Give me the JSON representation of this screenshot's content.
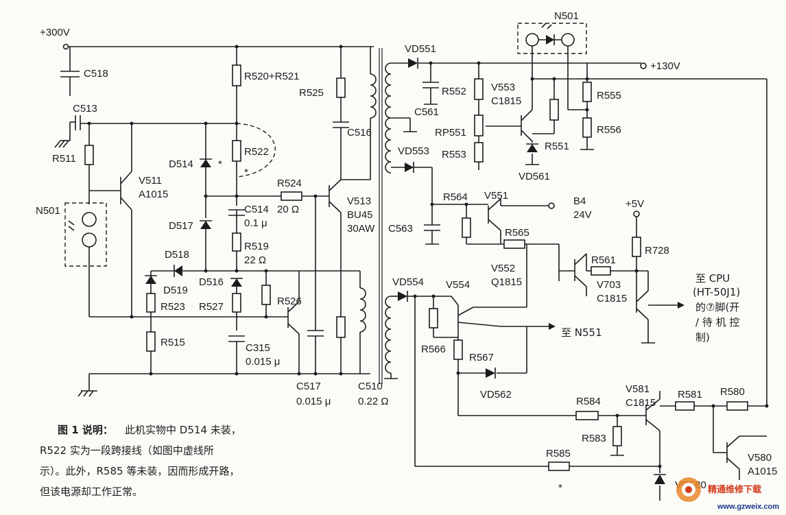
{
  "labels": {
    "v300": "+300V",
    "c518": "C518",
    "c513": "C513",
    "r511": "R511",
    "v511": "V511",
    "v511_type": "A1015",
    "n501_left": "N501",
    "r520": "R520+R521",
    "r522": "R522",
    "d514": "D514",
    "d514_star": "*",
    "r522_star": "*",
    "r524": "R524",
    "r524_val": "20 Ω",
    "c514": "C514",
    "c514_val": "0.1 μ",
    "d517": "D517",
    "r519": "R519",
    "r519_val": "22 Ω",
    "d518": "D518",
    "d519": "D519",
    "d516": "D516",
    "r523": "R523",
    "r527": "R527",
    "r526": "R526",
    "r515": "R515",
    "c315": "C315",
    "c315_val": "0.015 μ",
    "r525": "R525",
    "c516": "C516",
    "v513": "V513",
    "v513_type1": "BU45",
    "v513_type2": "30AW",
    "c517": "C517",
    "c517_val": "0.015 μ",
    "c510": "C510",
    "c510_val": "0.22 Ω",
    "vd551": "VD551",
    "n501_top": "N501",
    "v130": "+130V",
    "r552": "R552",
    "v553": "V553",
    "v553_type": "C1815",
    "c561": "C561",
    "rp551": "RP551",
    "r553": "R553",
    "r555": "R555",
    "r556": "R556",
    "r551": "R551",
    "vd561": "VD561",
    "vd553": "VD553",
    "r564": "R564",
    "v551": "V551",
    "b4": "B4",
    "b4_val": "24V",
    "v5": "+5V",
    "c563": "C563",
    "r565": "R565",
    "v552": "V552",
    "v552_type": "Q1815",
    "r561": "R561",
    "r728": "R728",
    "v703": "V703",
    "v703_type": "C1815",
    "cpu1": "至 CPU",
    "cpu2": "(HT-50J1)",
    "cpu3": "的⑦脚(开",
    "cpu4": "/ 待 机 控",
    "cpu5": "制)",
    "vd554": "VD554",
    "v554": "V554",
    "to_n551": "至 N551",
    "r566": "R566",
    "r567": "R567",
    "vd562": "VD562",
    "v581": "V581",
    "v581_type": "C1815",
    "r581": "R581",
    "r580": "R580",
    "r584": "R584",
    "r583": "R583",
    "r585": "R585",
    "r585_star": "*",
    "v580": "V580",
    "v580_type": "A1015",
    "vd580": "VD580"
  },
  "caption": {
    "title": "图 1 说明：",
    "line1": "此机实物中 D514 未装，",
    "line2": "R522 实为一段跨接线（如图中虚线所",
    "line3": "示）。此外，R585 等未装，因而形成开路，",
    "line4": "但该电源却工作正常。"
  },
  "watermark": {
    "name": "精通维修下载",
    "url": "www.gzweix.com"
  }
}
